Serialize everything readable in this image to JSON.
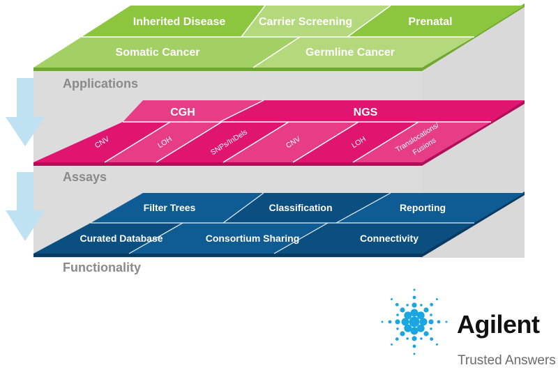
{
  "colors": {
    "applications": "#8cc63f",
    "assays": "#e0156f",
    "functionality": "#0b4e80",
    "layer_title": "#8a8a8a",
    "backdrop": "#d8d8d8",
    "arrow": "#bfe2f2",
    "brand_dots": "#1aa6e0"
  },
  "applications": {
    "title": "Applications",
    "tiles": [
      "Inherited Disease",
      "Carrier Screening",
      "Prenatal",
      "Somatic Cancer",
      "Germline Cancer"
    ]
  },
  "assays": {
    "title": "Assays",
    "groups": [
      "CGH",
      "NGS"
    ],
    "tiles": [
      "CNV",
      "LOH",
      "SNPs/InDels",
      "CNV",
      "LOH",
      "Translocations/",
      "Fusions"
    ]
  },
  "functionality": {
    "title": "Functionality",
    "tiles": [
      "Filter Trees",
      "Classification",
      "Reporting",
      "Curated Database",
      "Consortium Sharing",
      "Connectivity"
    ]
  },
  "brand": {
    "name": "Agilent",
    "tagline": "Trusted Answers",
    "logo_icon": "agilent-spark-icon"
  },
  "flow_icon": "down-arrow-icon"
}
